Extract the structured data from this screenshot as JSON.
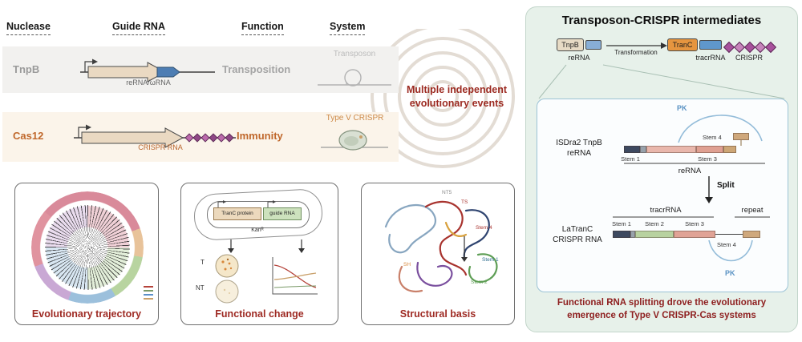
{
  "table": {
    "headers": [
      "Nuclease",
      "Guide RNA",
      "Function",
      "System"
    ],
    "rows": [
      {
        "nuclease": "TnpB",
        "guide_label": "reRNA/ωRNA",
        "function": "Transposition",
        "system": "Transposon"
      },
      {
        "nuclease": "Cas12",
        "guide_label": "CRISPR RNA",
        "function": "Immunity",
        "system": "Type V CRISPR"
      }
    ]
  },
  "center_note": {
    "line1": "Multiple independent",
    "line2": "evolutionary events"
  },
  "cards": [
    {
      "caption": "Evolutionary trajectory"
    },
    {
      "caption": "Functional change",
      "plasmid": {
        "tranc_box": "TranC protein",
        "guide_box": "guide RNA",
        "kan": "Kanᴿ"
      },
      "dishes": {
        "top": "T",
        "bottom": "NT"
      }
    },
    {
      "caption": "Structural basis",
      "labels": [
        "NT5",
        "TS",
        "Stem 4",
        "Stem 1",
        "Stem 2",
        "SH"
      ]
    }
  ],
  "panel": {
    "title": "Transposon-CRISPR intermediates",
    "pathway": {
      "tnpb": "TnpB",
      "rerna": "reRNA",
      "transformation": "Transformation",
      "tranc": "TranC",
      "tracrrna": "tracrRNA",
      "crispr": "CRISPR"
    },
    "diagram": {
      "pk_top": "PK",
      "rna1_name_line1": "ISDra2 TnpB",
      "rna1_name_line2": "reRNA",
      "rna1_stem1": "Stem 1",
      "rna1_stem3": "Stem 3",
      "rna1_stem4": "Stem 4",
      "rna1_bracket": "reRNA",
      "split": "Split",
      "tracrrna": "tracrRNA",
      "repeat": "repeat",
      "rna2_stem1": "Stem 1",
      "rna2_stem2": "Stem 2",
      "rna2_stem3": "Stem 3",
      "rna2_stem4": "Stem 4",
      "rna2_name_line1": "LaTranC",
      "rna2_name_line2": "CRISPR RNA",
      "pk_bottom": "PK"
    },
    "caption_line1": "Functional RNA splitting drove the evolutionary",
    "caption_line2": "emergence of Type V CRISPR-Cas systems"
  },
  "colors": {
    "accent_red": "#9c2a21",
    "accent_orange": "#c0682c",
    "pk_blue": "#5b93c4",
    "panel_mint": "#e7f1ea"
  }
}
